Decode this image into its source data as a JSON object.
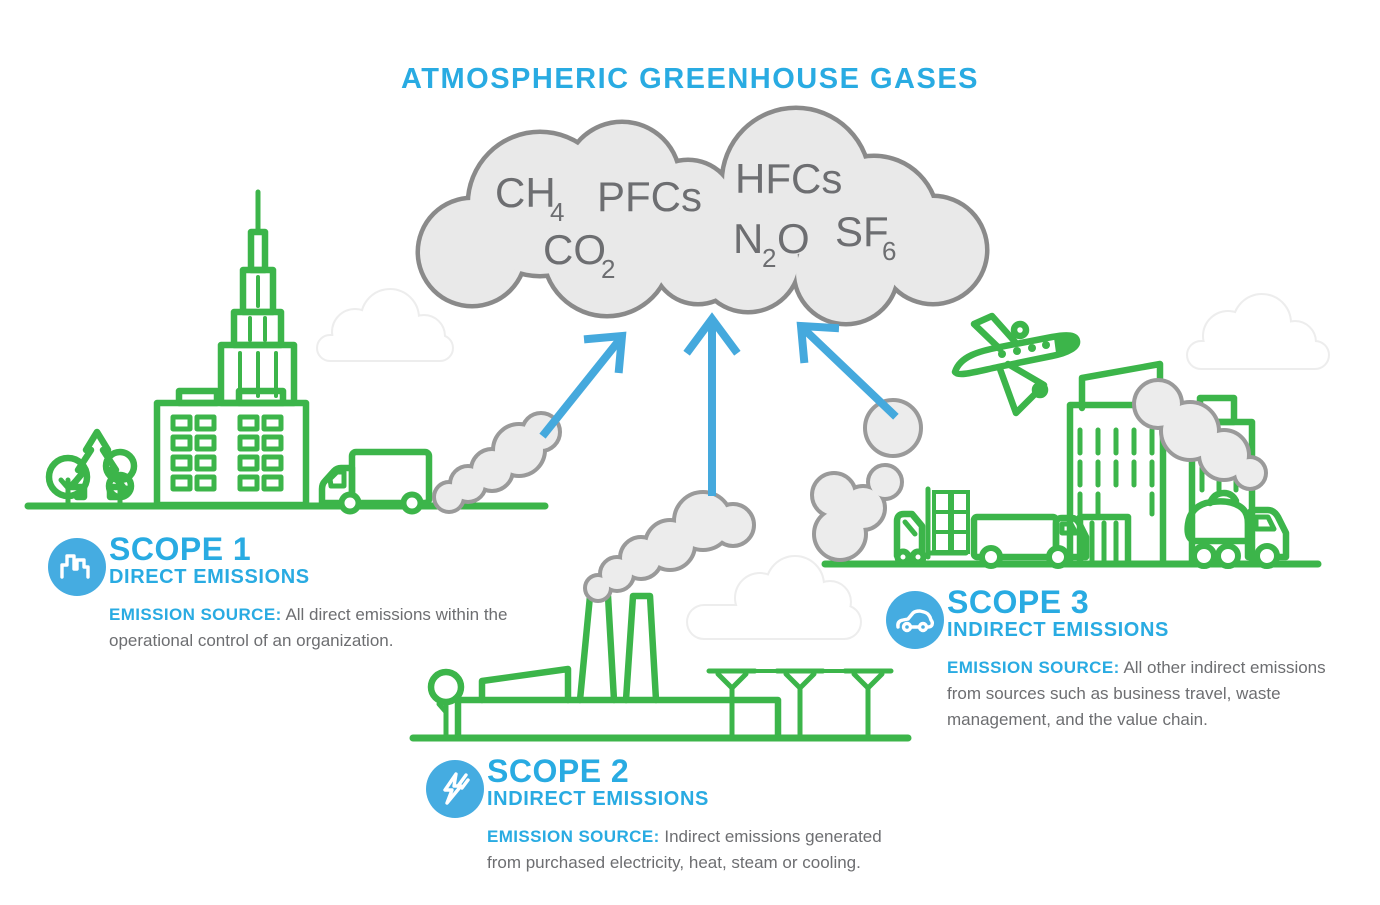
{
  "title": "ATMOSPHERIC GREENHOUSE GASES",
  "cloud": {
    "gases": {
      "ch4": {
        "main": "CH",
        "sub": "4"
      },
      "pfcs": {
        "main": "PFCs"
      },
      "hfcs": {
        "main": "HFCs"
      },
      "co2": {
        "main": "CO",
        "sub": "2"
      },
      "n2o": {
        "pre": "N",
        "sub": "2",
        "post": "O"
      },
      "sf6": {
        "main": "SF",
        "sub": "6"
      }
    }
  },
  "scopes": [
    {
      "name": "SCOPE 1",
      "type": "DIRECT EMISSIONS",
      "source_label": "EMISSION SOURCE:",
      "description": "All direct emissions within the operational control of an organization.",
      "icon": "city-skyline-icon"
    },
    {
      "name": "SCOPE 2",
      "type": "INDIRECT EMISSIONS",
      "source_label": "EMISSION SOURCE:",
      "description": "Indirect emissions generated from purchased electricity, heat, steam or cooling.",
      "icon": "lightning-bolt-icon"
    },
    {
      "name": "SCOPE 3",
      "type": "INDIRECT EMISSIONS",
      "source_label": "EMISSION SOURCE:",
      "description": "All other indirect emissions from sources such as business travel, waste management, and the value chain.",
      "icon": "car-icon"
    }
  ],
  "colors": {
    "accent": "#29abe2",
    "icon_blue": "#45ace1",
    "arrow_blue": "#45a9dd",
    "green": "#3cb54a",
    "cloud_fill": "#e9e9e9",
    "cloud_stroke": "#8a8a8a",
    "smoke_fill": "#ececec",
    "smoke_stroke": "#9a9a9a",
    "gas_text": "#6d6e71",
    "body_text": "#6d6e71",
    "background": "#ffffff"
  }
}
